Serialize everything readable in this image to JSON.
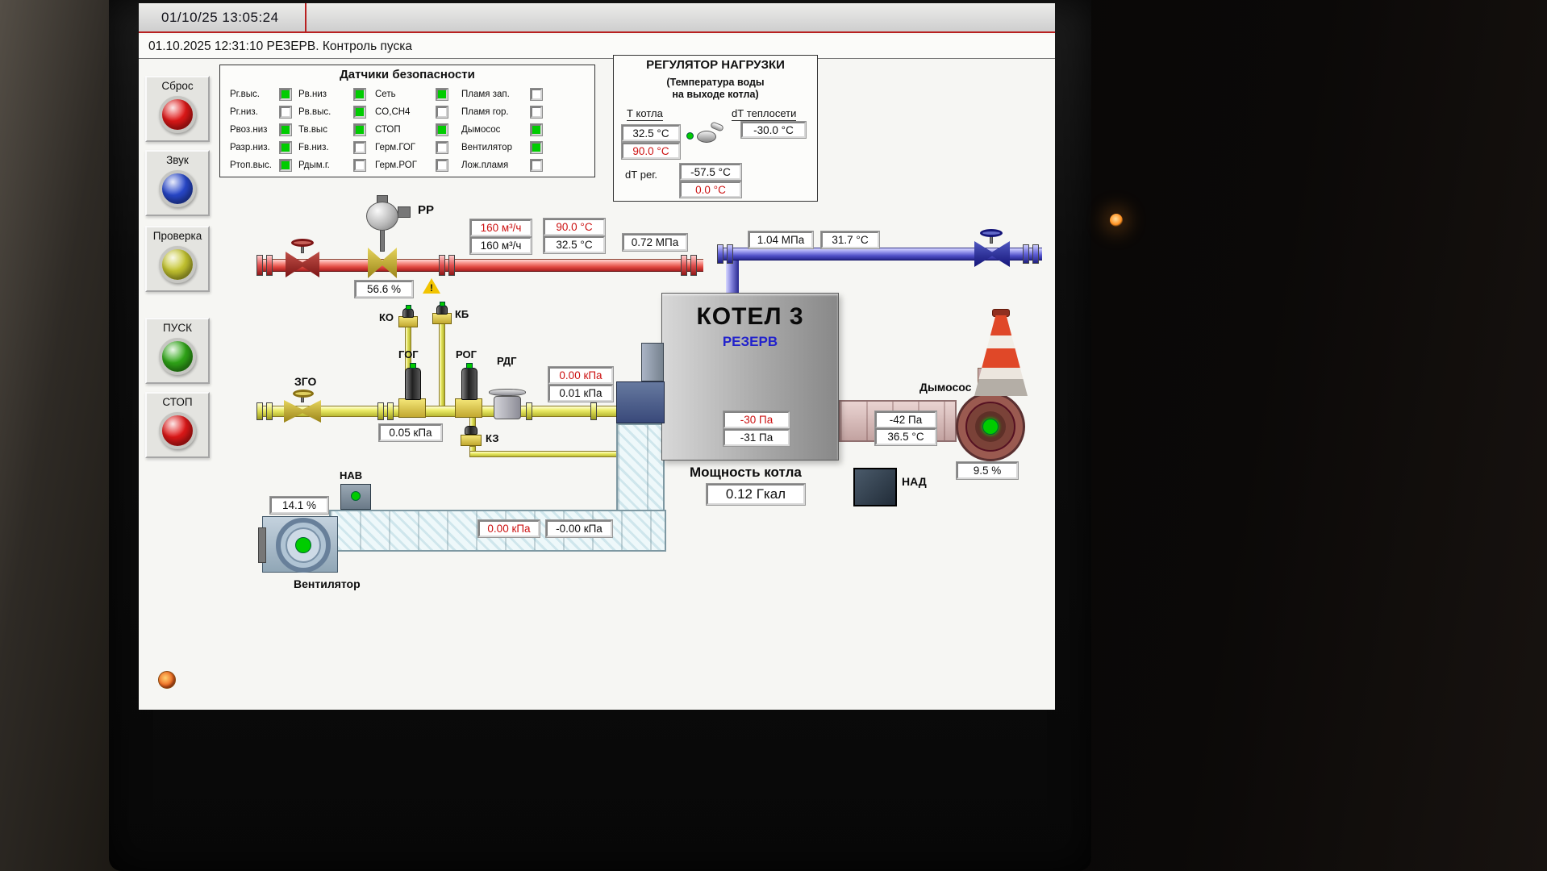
{
  "colors": {
    "alarm_text": "#cc1111",
    "ok_green": "#00cc00",
    "reserve_blue": "#2222cc"
  },
  "titlebar": {
    "datetime": "01/10/25 13:05:24"
  },
  "status": {
    "text": "01.10.2025 12:31:10 РЕЗЕРВ. Контроль пуска"
  },
  "controls": [
    {
      "label": "Сброс",
      "color": "#e01818"
    },
    {
      "label": "Звук",
      "color": "#2848cc"
    },
    {
      "label": "Проверка",
      "color": "#c6c630"
    },
    {
      "label": "ПУСК",
      "color": "#30a818"
    },
    {
      "label": "СТОП",
      "color": "#e01818"
    }
  ],
  "sensors": {
    "title": "Датчики безопасности",
    "col1": [
      {
        "label": "Рг.выс.",
        "on": true
      },
      {
        "label": "Рг.низ.",
        "on": false
      },
      {
        "label": "Рвоз.низ",
        "on": true
      },
      {
        "label": "Разр.низ.",
        "on": true
      },
      {
        "label": "Ртоп.выс.",
        "on": true
      }
    ],
    "col2": [
      {
        "label": "Рв.низ",
        "on": true
      },
      {
        "label": "Рв.выс.",
        "on": true
      },
      {
        "label": "Тв.выс",
        "on": true
      },
      {
        "label": "Fв.низ.",
        "on": false
      },
      {
        "label": "Рдым.г.",
        "on": false
      }
    ],
    "col3": [
      {
        "label": "Сеть",
        "on": true
      },
      {
        "label": "CO,CH4",
        "on": false
      },
      {
        "label": "СТОП",
        "on": true
      },
      {
        "label": "Герм.ГОГ",
        "on": false
      },
      {
        "label": "Герм.РОГ",
        "on": false
      }
    ],
    "col4": [
      {
        "label": "Пламя зап.",
        "on": false
      },
      {
        "label": "Пламя гор.",
        "on": false
      },
      {
        "label": "Дымосос",
        "on": true
      },
      {
        "label": "Вентилятор",
        "on": true
      },
      {
        "label": "Лож.пламя",
        "on": false
      }
    ]
  },
  "regulator": {
    "title": "РЕГУЛЯТОР НАГРУЗКИ",
    "subtitle_line1": "(Температура воды",
    "subtitle_line2": "на выходе котла)",
    "t_boiler_label": "Т котла",
    "dt_network_label": "dТ теплосети",
    "t_boiler_value": "32.5 °С",
    "t_boiler_setpoint": "90.0 °С",
    "dt_network_value": "-30.0 °С",
    "dt_reg_label": "dТ рег.",
    "dt_reg_value": "-57.5 °С",
    "dt_reg_setpoint": "0.0 °С"
  },
  "hot_pipe": {
    "valve_label": "РР",
    "flow_setpoint": "160 м³/ч",
    "temp_setpoint": "90.0 °С",
    "flow_value": "160 м³/ч",
    "temp_value": "32.5 °С",
    "pressure": "0.72 МПа",
    "valve_position": "56.6 %"
  },
  "return_pipe": {
    "pressure": "1.04 МПа",
    "temperature": "31.7 °С"
  },
  "boiler": {
    "title": "КОТЕЛ 3",
    "status": "РЕЗЕРВ",
    "furnace_pressure_sp": "-30 Па",
    "furnace_pressure": "-31 Па",
    "power_label": "Мощность котла",
    "power_value": "0.12 Гкал"
  },
  "gas": {
    "zgo_label": "ЗГО",
    "gog_label": "ГОГ",
    "rog_label": "РОГ",
    "rdg_label": "РДГ",
    "ko_label": "КО",
    "kb_label": "КБ",
    "kz_label": "КЗ",
    "pressure_sp": "0.00 кПа",
    "pressure1": "0.01 кПа",
    "pressure2": "0.05 кПа"
  },
  "air": {
    "fan_label": "Вентилятор",
    "fan_position": "14.1 %",
    "nav_label": "НАВ",
    "pressure_sp": "0.00 кПа",
    "pressure": "-0.00 кПа"
  },
  "flue": {
    "dymosos_label": "Дымосос",
    "pressure": "-42  Па",
    "temperature": "36.5 °С",
    "position": "9.5 %",
    "nad_label": "НАД"
  },
  "misc": {
    "warning_glyph": "!"
  }
}
